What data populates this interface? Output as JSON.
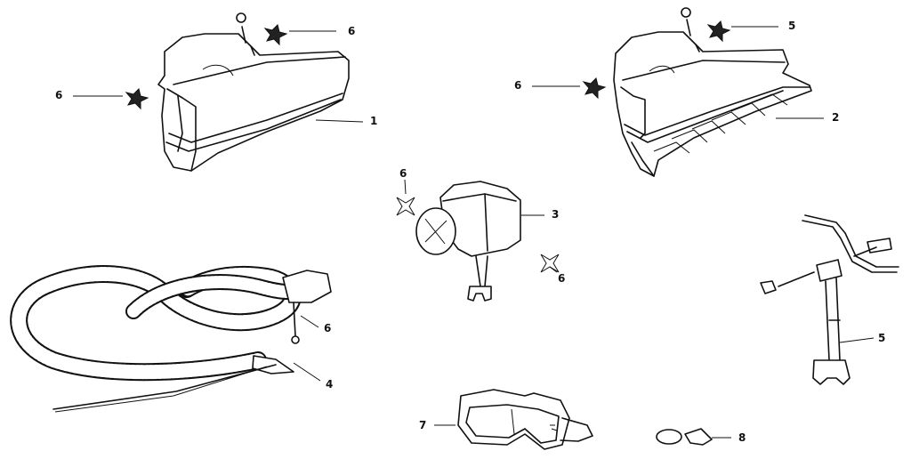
{
  "callouts": {
    "shroud_left": "1",
    "shroud_right": "2",
    "adapter": "3",
    "hose": "4",
    "strap_top": "5",
    "strap_right": "5",
    "fastener_a": "6",
    "fastener_b": "6",
    "fastener_c": "6",
    "fastener_d": "6",
    "fastener_e": "6",
    "fastener_f": "6",
    "goggles": "7",
    "clip": "8"
  }
}
